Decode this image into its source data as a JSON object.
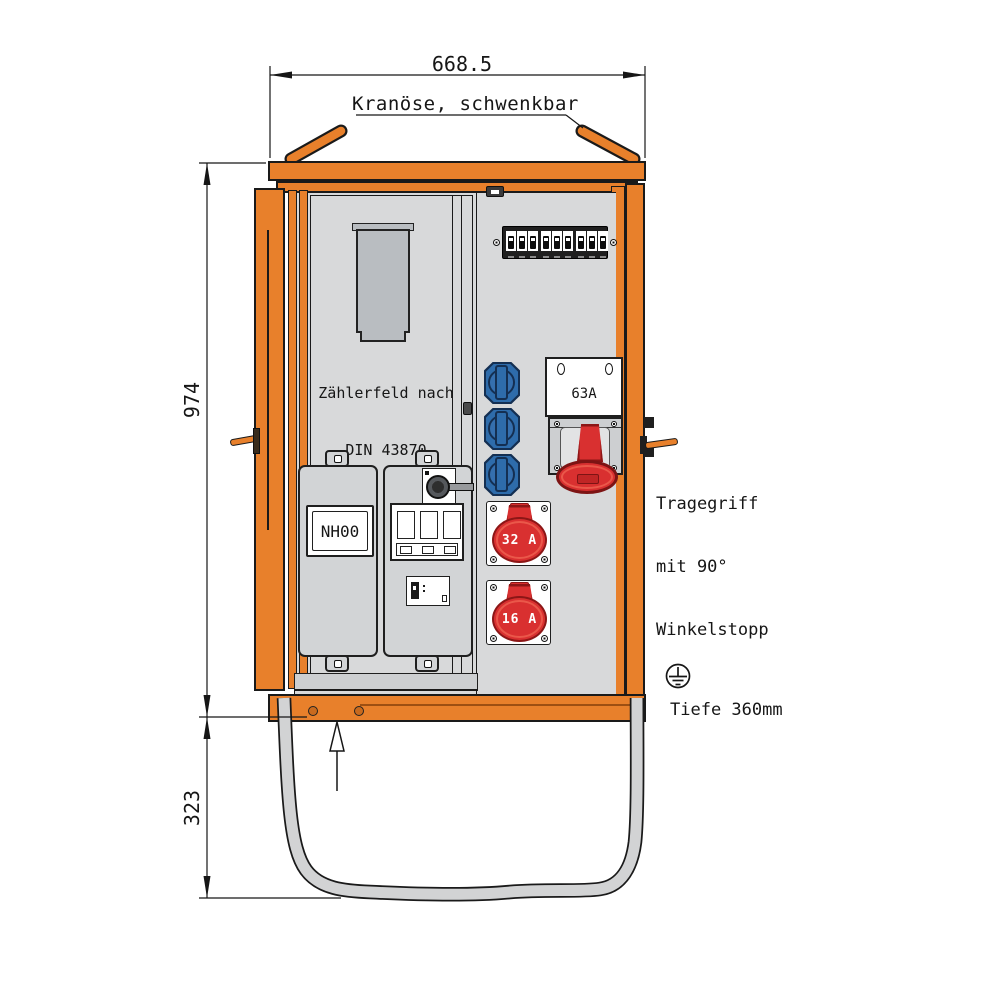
{
  "diagram": {
    "title": "distribution-cabinet-front-view",
    "dimensions": {
      "width_label": "668.5",
      "height_label": "974",
      "stand_height_label": "323",
      "depth_label": "Tiefe 360mm"
    },
    "annotations": {
      "crane": "Kranöse, schwenkbar",
      "meter_line1": "Zählerfeld nach",
      "meter_line2": "DIN 43870",
      "grip_line1": "Tragegriff",
      "grip_line2": "mit 90°",
      "grip_line3": "Winkelstopp"
    },
    "component_labels": {
      "nh_fuse": "NH00",
      "socket_63a": "63A",
      "socket_32a": "32 A",
      "socket_16a": "16 A"
    },
    "components": {
      "breaker_modules": 9,
      "schuko_sockets": 3
    },
    "colors": {
      "cabinet_orange": "#E8802B",
      "panel_gray": "#D8D9DA",
      "socket_blue": "#2E6CAB",
      "socket_red": "#D93030",
      "outline_black": "#1A1A1A",
      "tube_gray": "#D2D3D4"
    }
  }
}
